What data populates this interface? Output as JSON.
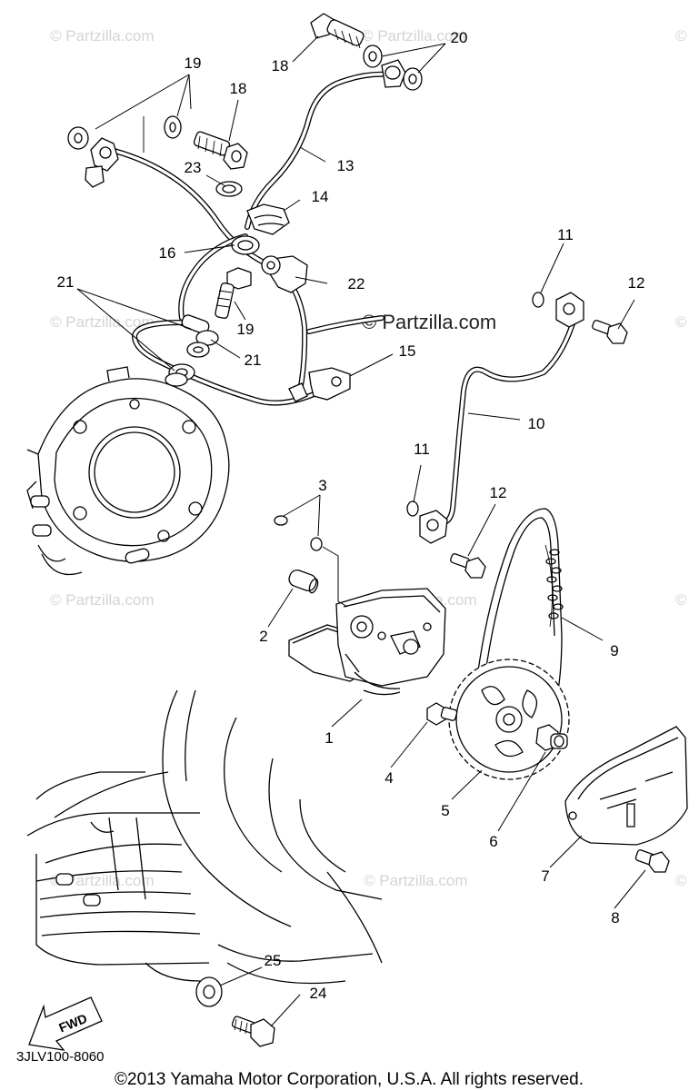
{
  "diagram": {
    "watermark_text": "© Partzilla.com",
    "watermark_corner": "©",
    "diagram_code": "3JLV100-8060",
    "copyright": "©2013 Yamaha Motor Corporation, U.S.A. All rights reserved.",
    "fwd_label": "FWD",
    "callouts": [
      "1",
      "2",
      "3",
      "4",
      "5",
      "6",
      "7",
      "8",
      "9",
      "10",
      "11",
      "11",
      "12",
      "12",
      "13",
      "14",
      "15",
      "16",
      "18",
      "18",
      "19",
      "19",
      "20",
      "21",
      "21",
      "22",
      "23",
      "24",
      "25"
    ]
  }
}
